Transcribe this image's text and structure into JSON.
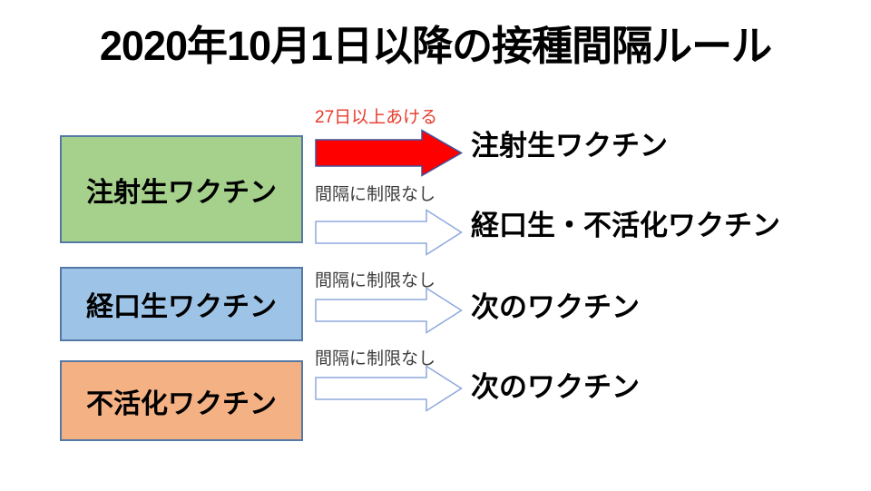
{
  "title": "2020年10月1日以降の接種間隔ルール",
  "boxes": [
    {
      "label": "注射生ワクチン",
      "fill": "#A6D18C"
    },
    {
      "label": "経口生ワクチン",
      "fill": "#9DC3E6"
    },
    {
      "label": "不活化ワクチン",
      "fill": "#F4B183"
    }
  ],
  "flows": [
    {
      "from": "注射生ワクチン",
      "condition": "27日以上あける",
      "target": "注射生ワクチン",
      "arrow_style": "red-solid"
    },
    {
      "from": "注射生ワクチン",
      "condition": "間隔に制限なし",
      "target": "経口生・不活化ワクチン",
      "arrow_style": "white-outline"
    },
    {
      "from": "経口生ワクチン",
      "condition": "間隔に制限なし",
      "target": "次のワクチン",
      "arrow_style": "white-outline"
    },
    {
      "from": "不活化ワクチン",
      "condition": "間隔に制限なし",
      "target": "次のワクチン",
      "arrow_style": "white-outline"
    }
  ],
  "colors": {
    "background": "#FFFFFF",
    "title_text": "#000000",
    "box_border": "#5578A4",
    "green_box_fill": "#A6D18C",
    "blue_box_fill": "#9DC3E6",
    "orange_box_fill": "#F4B183",
    "red_arrow_fill": "#FF0000",
    "red_arrow_border": "#41519C",
    "outline_arrow_fill": "#FFFFFF",
    "outline_arrow_border": "#8FAADC",
    "condition_red_text": "#E8392B",
    "condition_gray_text": "#3D3D3D"
  }
}
